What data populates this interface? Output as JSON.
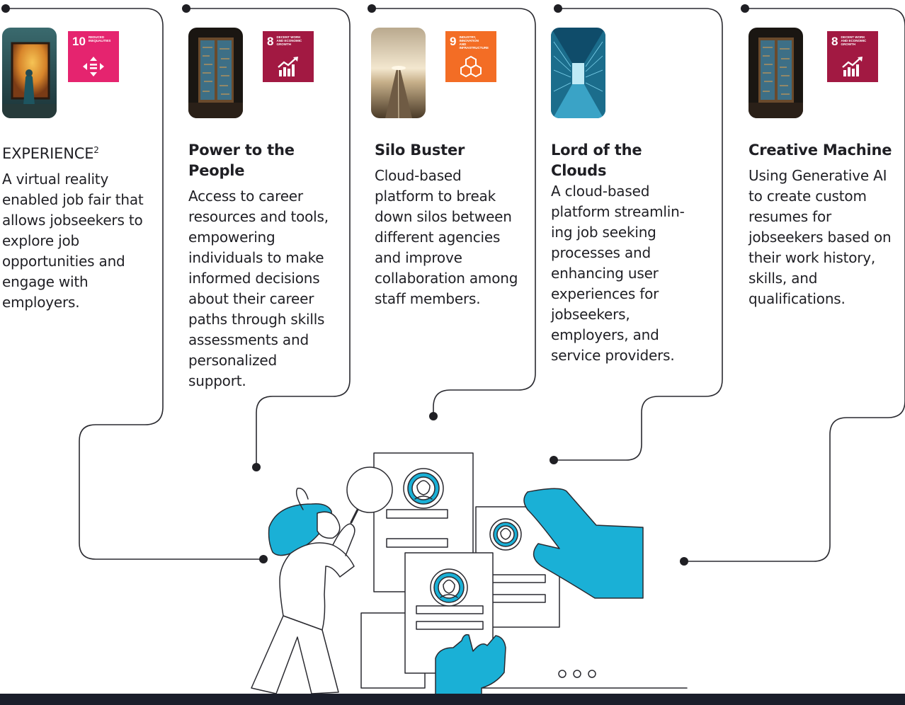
{
  "colors": {
    "accent": "#1ab0d6",
    "line": "#2a2a30",
    "bar": "#1b1e2b"
  },
  "cards": [
    {
      "title": "EXPERIENCE",
      "sup": "2",
      "description": "A virtual reality enabled job fair that allows jobseekers to explore job opportunities and engage with employers.",
      "sdg": {
        "number": "10",
        "label": "Reduced Inequalities",
        "color": "#e5246f",
        "icon": "equality-arrows-icon"
      },
      "thumb": "vr-doorway-image"
    },
    {
      "title": "Power to the People",
      "sup": "",
      "description": "Access to career resources and tools, empowering individuals to make informed decisions about their career paths through skills assessments and personalized support.",
      "sdg": {
        "number": "8",
        "label": "Decent Work and Economic Growth",
        "color": "#a21942",
        "icon": "growth-chart-icon"
      },
      "thumb": "circuit-door-image"
    },
    {
      "title": "Silo Buster",
      "sup": "",
      "description": "Cloud-based platform to break down silos between different agencies and improve collaboration among staff members.",
      "sdg": {
        "number": "9",
        "label": "Industry, Innovation and Infrastructure",
        "color": "#f36d25",
        "icon": "cubes-icon"
      },
      "thumb": "road-horizon-image"
    },
    {
      "title": "Lord of the Clouds",
      "sup": "",
      "description": "A cloud-based platform streamlin-ing job seeking processes and enhancing user experiences for jobseekers, employers, and service providers.",
      "sdg": null,
      "thumb": "server-corridor-image"
    },
    {
      "title": "Creative Machine",
      "sup": "",
      "description": "Using Generative AI to create custom resumes for jobseekers based on their work history, skills, and qualifications.",
      "sdg": {
        "number": "8",
        "label": "Decent Work and Economic Growth",
        "color": "#a21942",
        "icon": "growth-chart-icon"
      },
      "thumb": "circuit-door-image"
    }
  ]
}
